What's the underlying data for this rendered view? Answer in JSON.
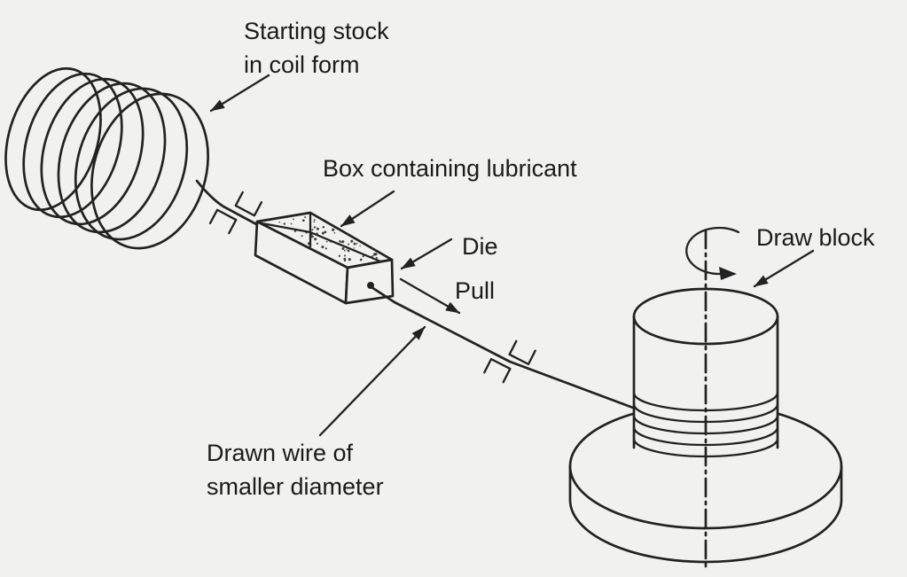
{
  "diagram": {
    "labels": {
      "starting_stock_line1": "Starting stock",
      "starting_stock_line2": "in coil form",
      "box_lubricant": "Box containing lubricant",
      "die": "Die",
      "pull": "Pull",
      "drawn_wire_line1": "Drawn wire of",
      "drawn_wire_line2": "smaller diameter",
      "draw_block": "Draw block"
    },
    "colors": {
      "background": "#f1f1f0",
      "line": "#222222",
      "text": "#1b1b1b",
      "base_gradient_light": "#f7f7f7",
      "base_gradient_dark": "#303030"
    }
  }
}
